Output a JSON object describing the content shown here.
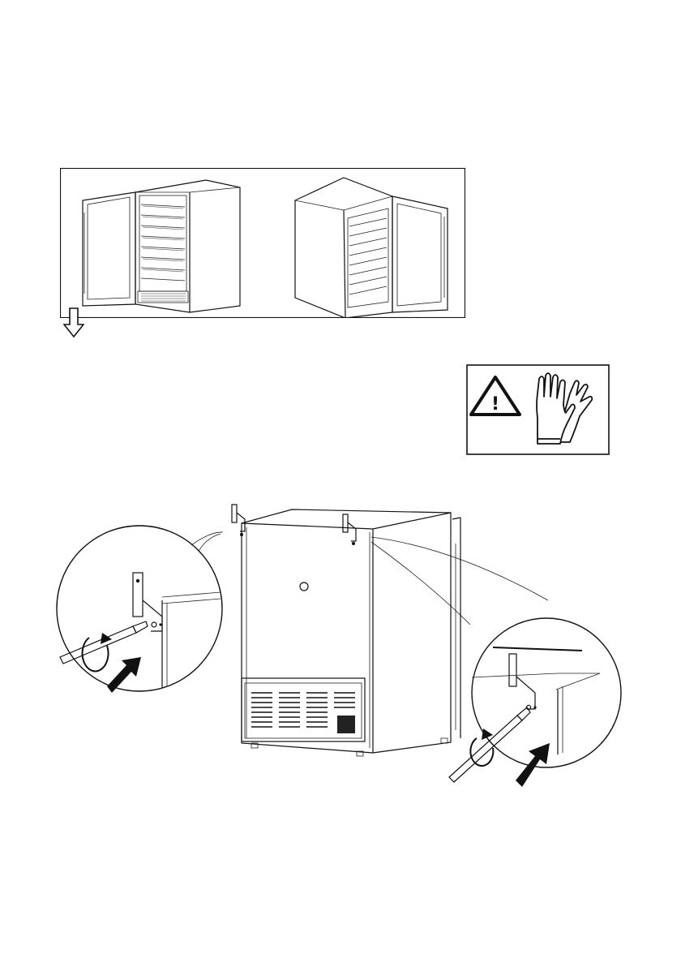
{
  "page": {
    "background": "#ffffff",
    "line_color": "#111111"
  },
  "figures": {
    "door_options": {
      "left_illustration": "wine-cooler-door-left-hinged",
      "right_illustration": "wine-cooler-door-right-hinged"
    },
    "safety": {
      "warning_icon": "warning-triangle-icon",
      "gloves_icon": "protective-gloves-icon",
      "warning_glyph": "!"
    },
    "removal": {
      "main_illustration": "wine-cooler-rear-view",
      "detail_left": "bracket-screw-detail-left",
      "detail_right": "bracket-screw-detail-right"
    }
  }
}
